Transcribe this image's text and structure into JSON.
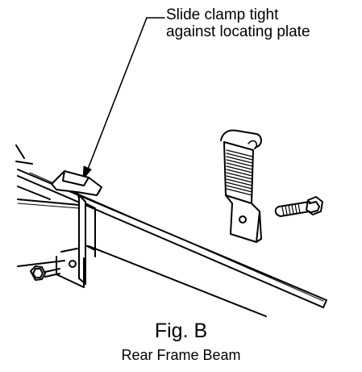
{
  "callout": {
    "line1": "Slide clamp tight",
    "line2": "against locating plate"
  },
  "figure": {
    "title": "Fig. B",
    "subtitle": "Rear Frame Beam"
  }
}
